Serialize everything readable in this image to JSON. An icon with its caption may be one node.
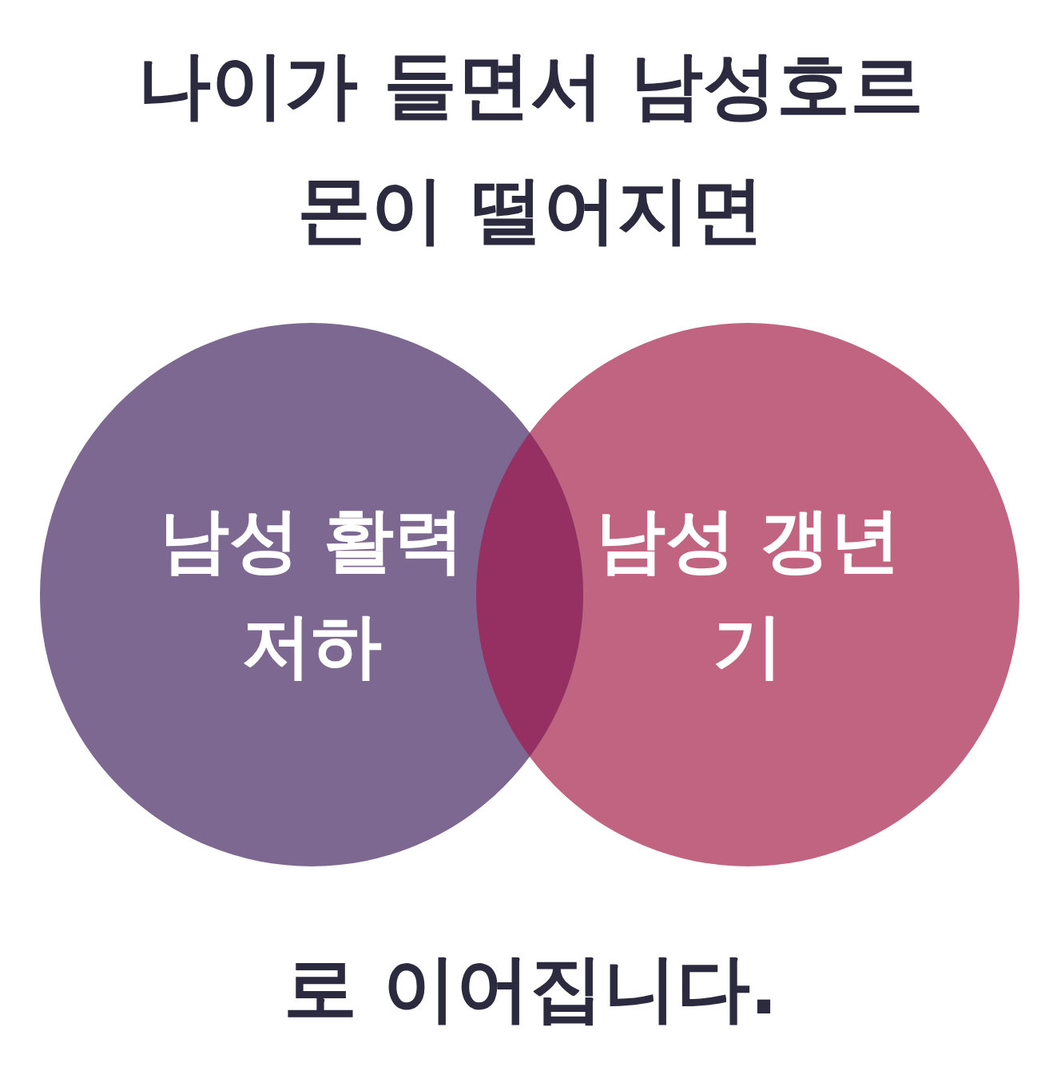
{
  "diagram": {
    "title": "나이가 들면서 **남성호르몬**이 떨어지면",
    "caption": "로 이어집니다.",
    "nodes": [
      {
        "text": [
          "남성 활력저하"
        ]
      },
      {
        "text": [
          "남성 갱년기"
        ]
      }
    ]
  }
}
